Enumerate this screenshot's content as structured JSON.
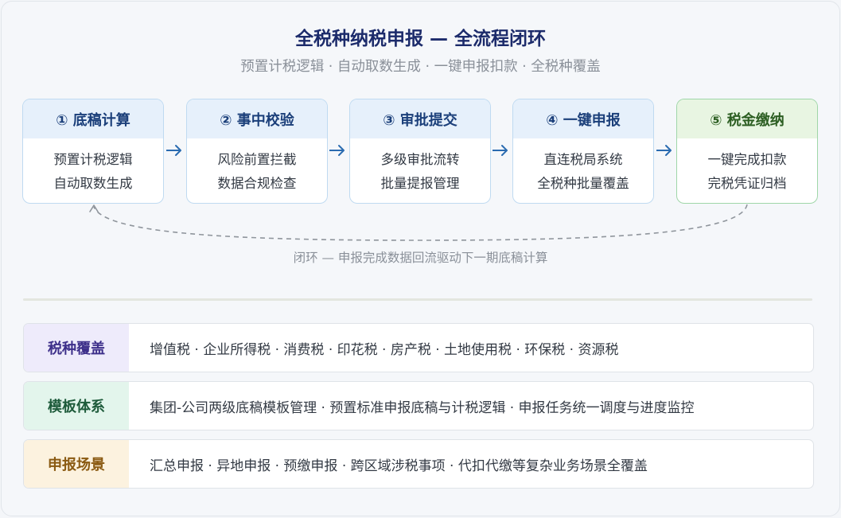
{
  "header": {
    "title": "全税种纳税申报 — 全流程闭环",
    "subtitle": "预置计税逻辑 · 自动取数生成 · 一键申报扣款 · 全税种覆盖"
  },
  "steps": [
    {
      "title": "① 底稿计算",
      "line1": "预置计税逻辑",
      "line2": "自动取数生成"
    },
    {
      "title": "② 事中校验",
      "line1": "风险前置拦截",
      "line2": "数据合规检查"
    },
    {
      "title": "③ 审批提交",
      "line1": "多级审批流转",
      "line2": "批量提报管理"
    },
    {
      "title": "④ 一键申报",
      "line1": "直连税局系统",
      "line2": "全税种批量覆盖"
    },
    {
      "title": "⑤ 税金缴纳",
      "line1": "一键完成扣款",
      "line2": "完税凭证归档"
    }
  ],
  "loop": {
    "label": "闭环 — 申报完成数据回流驱动下一期底稿计算"
  },
  "rows": [
    {
      "tag": "税种覆盖",
      "content": "增值税 · 企业所得税 · 消费税 · 印花税 · 房产税 · 土地使用税 · 环保税 · 资源税"
    },
    {
      "tag": "模板体系",
      "content": "集团-公司两级底稿模板管理 · 预置标准申报底稿与计税逻辑 · 申报任务统一调度与进度监控"
    },
    {
      "tag": "申报场景",
      "content": "汇总申报 · 异地申报 · 预缴申报 · 跨区域涉税事项 · 代扣代缴等复杂业务场景全覆盖"
    }
  ],
  "colors": {
    "step_accent": "#1b3f7a",
    "final_accent": "#2c5e22",
    "arrow": "#2a6bb0",
    "loop_dash": "#8f959c"
  },
  "icons": {
    "arrow": "arrow-right-icon",
    "loop": "dashed-return-curve"
  }
}
